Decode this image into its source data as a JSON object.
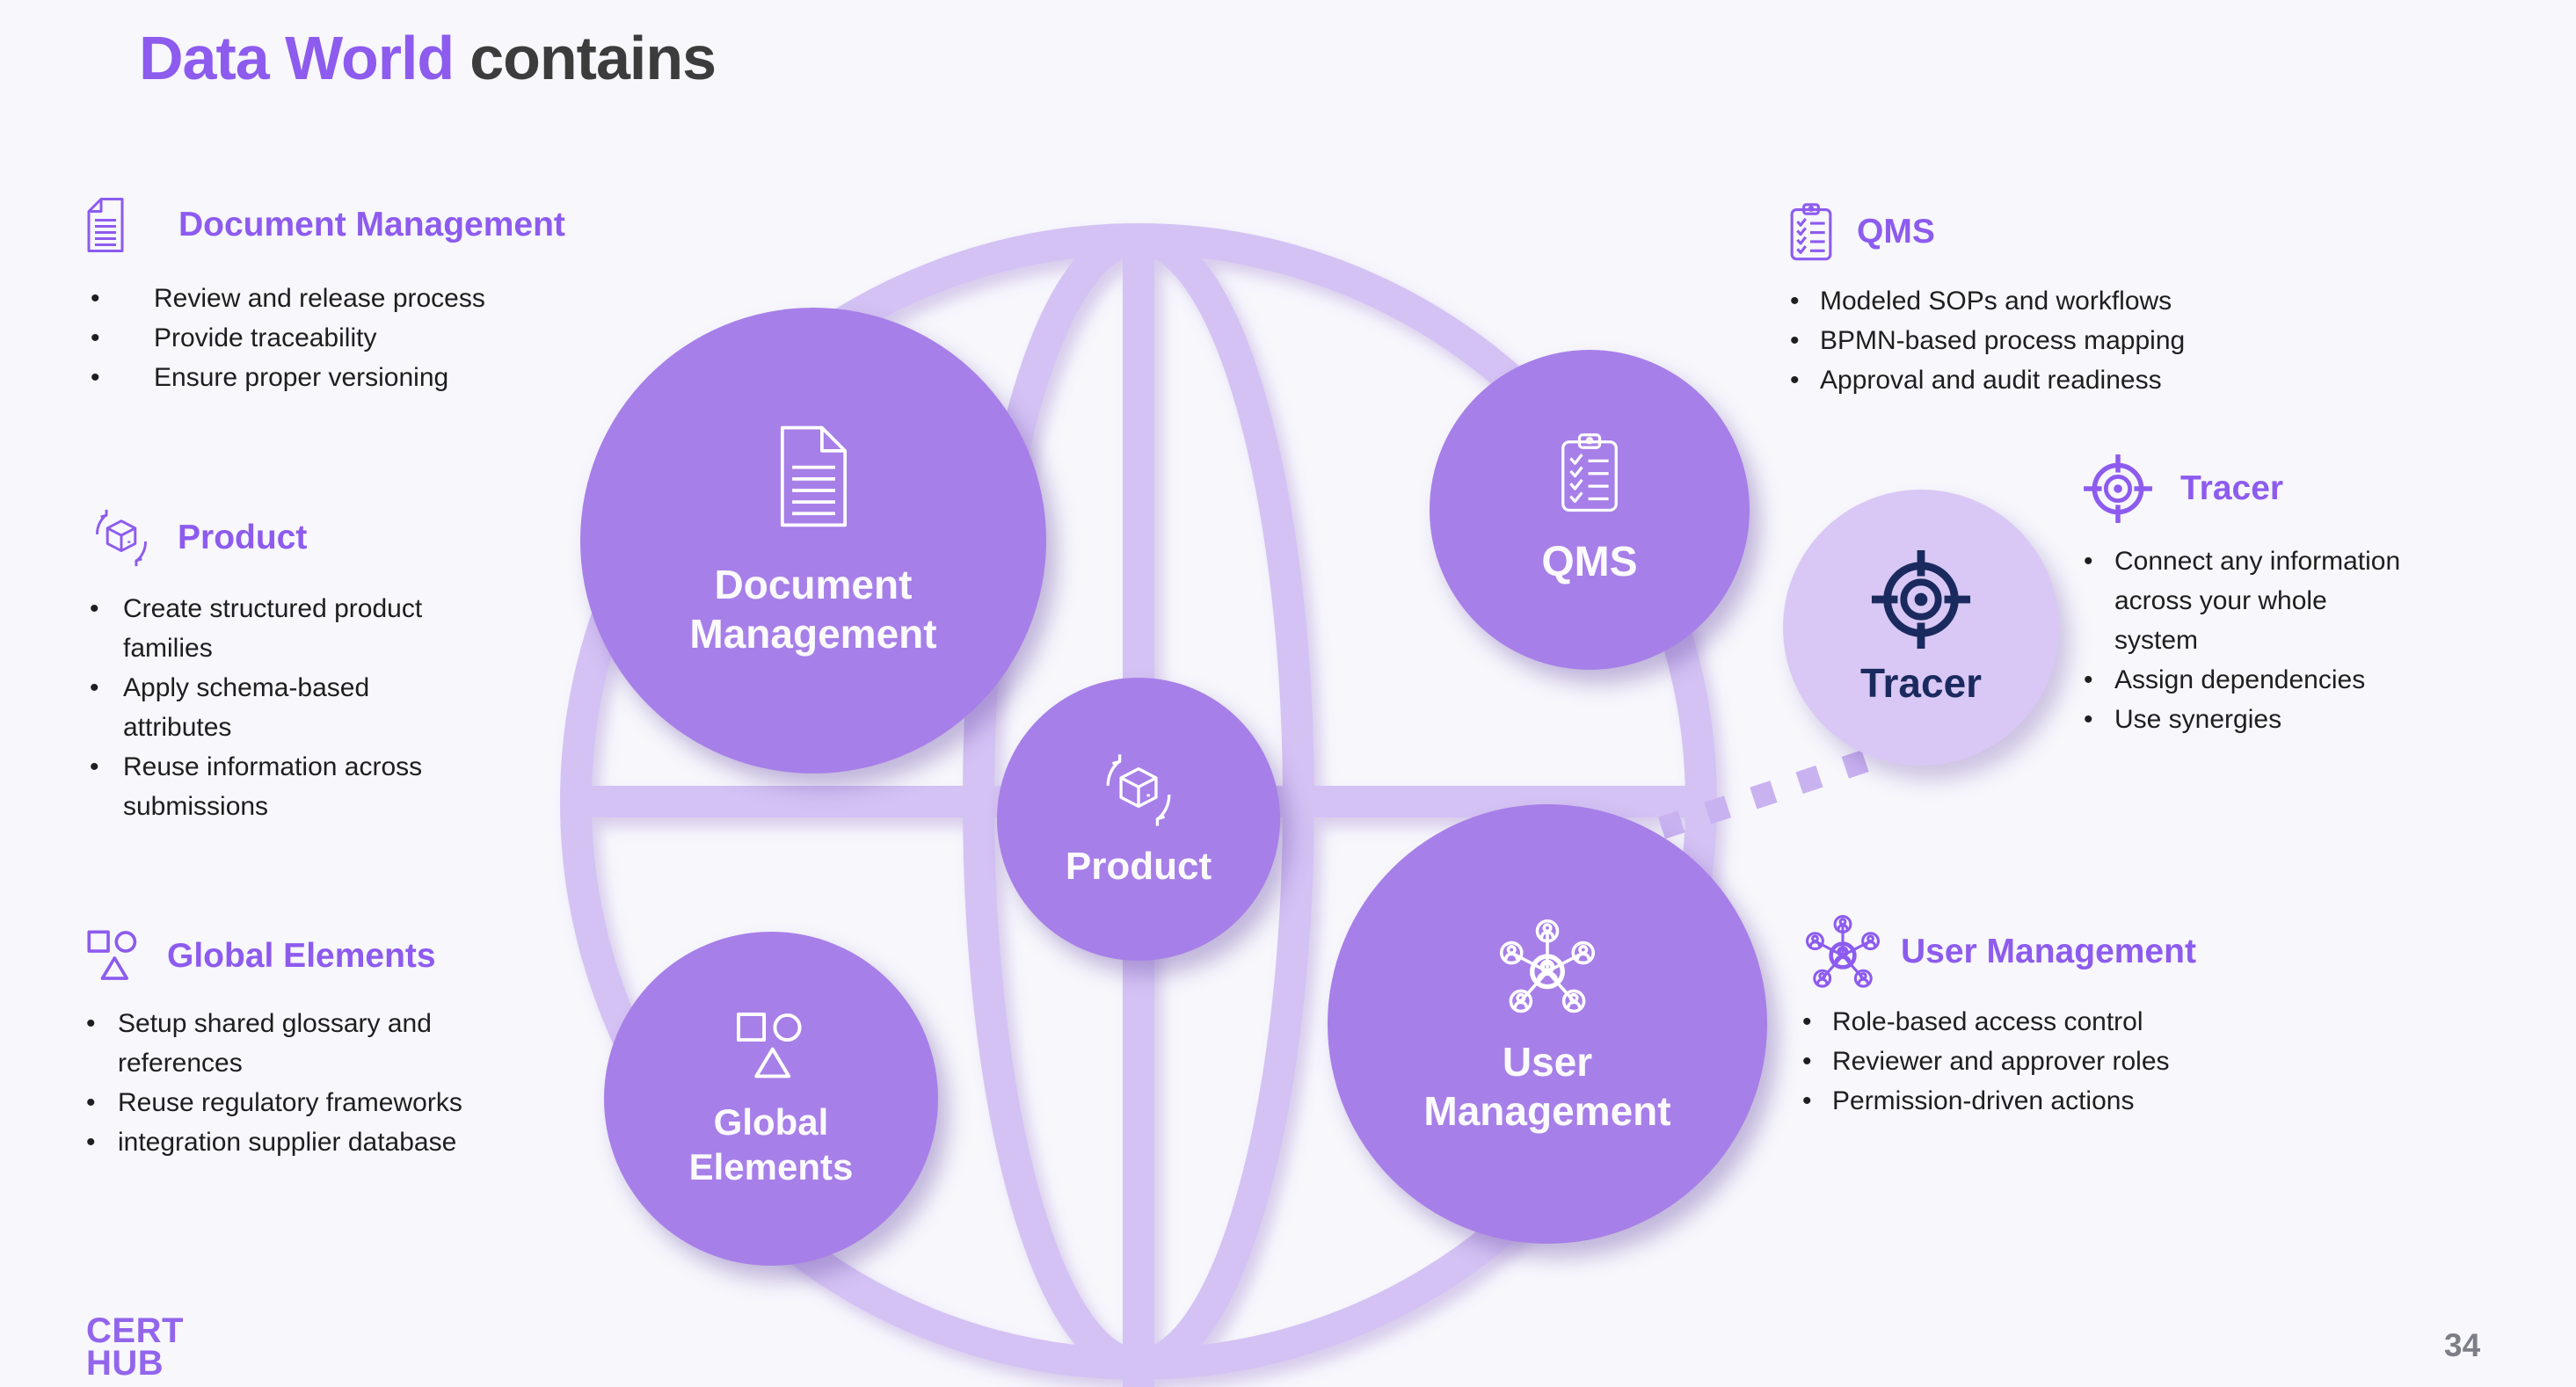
{
  "title": {
    "highlight": "Data World",
    "rest": "contains"
  },
  "page_number": "34",
  "logo": {
    "line1": "CERT",
    "line2": "HUB"
  },
  "colors": {
    "background": "#F7F7FC",
    "accent_purple": "#8D5BEE",
    "node_purple": "#A77FE8",
    "node_light_purple": "#D9C8F5",
    "globe_stroke": "#D4C2F4",
    "dotted_arc": "#C9B2F0",
    "navy": "#1B2A5E",
    "body_text": "#1E1E1E",
    "title_gray": "#3C3C3C",
    "page_number_gray": "#7E7E86"
  },
  "sections": {
    "doc_mgmt": {
      "heading": "Document Management",
      "icon": "document-icon",
      "bullets": [
        "Review and release process",
        "Provide traceability",
        "Ensure proper versioning"
      ]
    },
    "product": {
      "heading": "Product",
      "icon": "product-cycle-icon",
      "bullets": [
        "Create structured product families",
        "Apply schema-based attributes",
        "Reuse information across submissions"
      ]
    },
    "global_elements": {
      "heading": "Global Elements",
      "icon": "shapes-icon",
      "bullets": [
        "Setup shared glossary and references",
        "Reuse regulatory frameworks",
        "integration supplier database"
      ]
    },
    "qms": {
      "heading": "QMS",
      "icon": "clipboard-checklist-icon",
      "bullets": [
        "Modeled SOPs and workflows",
        "BPMN-based process mapping",
        "Approval and audit readiness"
      ]
    },
    "tracer": {
      "heading": "Tracer",
      "icon": "target-icon",
      "bullets": [
        "Connect any information across your whole system",
        "Assign dependencies",
        "Use synergies"
      ]
    },
    "user_mgmt": {
      "heading": "User Management",
      "icon": "user-network-icon",
      "bullets": [
        "Role-based access control",
        "Reviewer and approver roles",
        "Permission-driven actions"
      ]
    }
  },
  "nodes": {
    "doc_mgmt": {
      "line1": "Document",
      "line2": "Management",
      "icon": "document-icon"
    },
    "qms": {
      "line1": "QMS",
      "icon": "clipboard-checklist-icon"
    },
    "product": {
      "line1": "Product",
      "icon": "product-cycle-icon"
    },
    "global_elements": {
      "line1": "Global",
      "line2": "Elements",
      "icon": "shapes-icon"
    },
    "user_mgmt": {
      "line1": "User",
      "line2": "Management",
      "icon": "user-network-icon"
    },
    "tracer": {
      "line1": "Tracer",
      "icon": "target-icon"
    }
  }
}
